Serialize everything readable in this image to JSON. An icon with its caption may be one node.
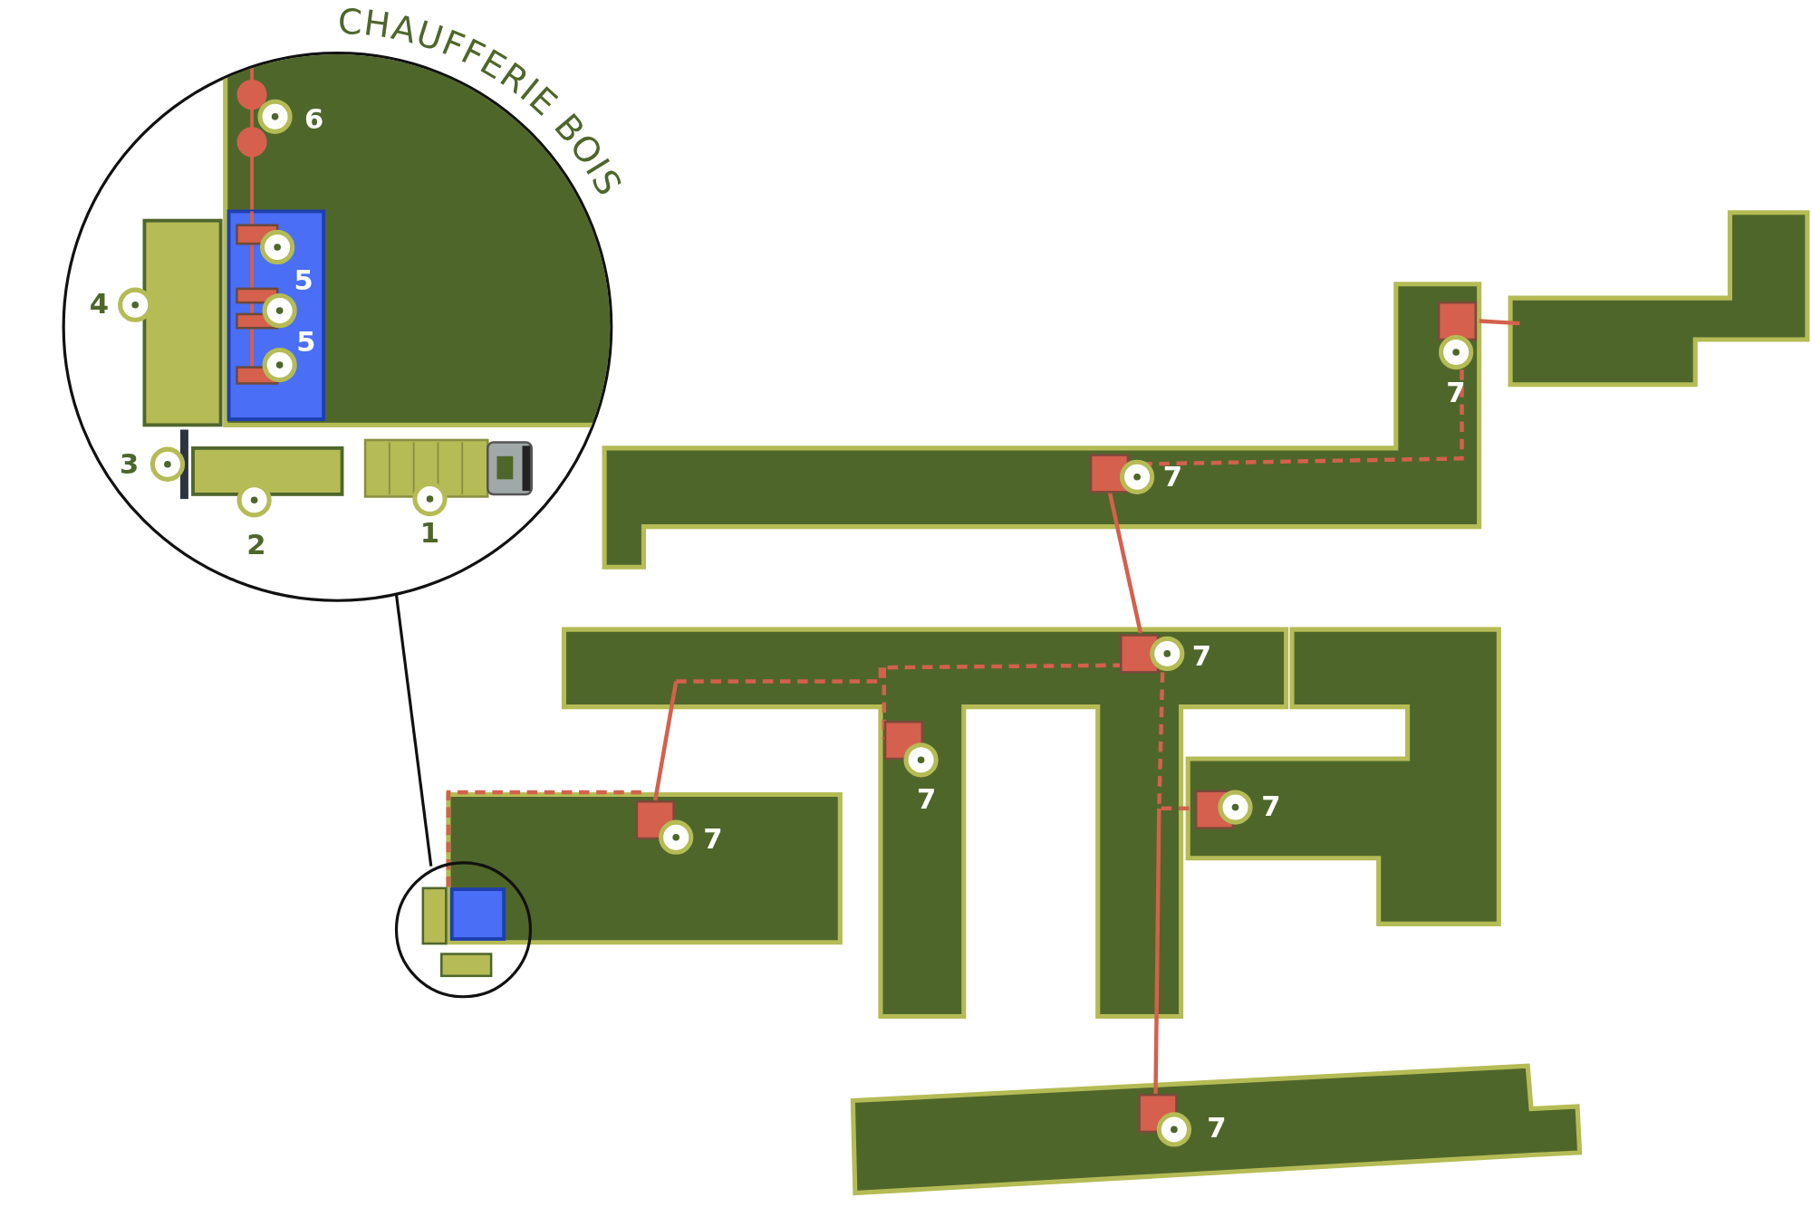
{
  "diagram": {
    "title": "CHAUFFERIE BOIS",
    "labels": [
      "6",
      "5",
      "4",
      "5",
      "3",
      "2",
      "1",
      "7",
      "7",
      "7",
      "7",
      "7",
      "7",
      "7"
    ]
  }
}
